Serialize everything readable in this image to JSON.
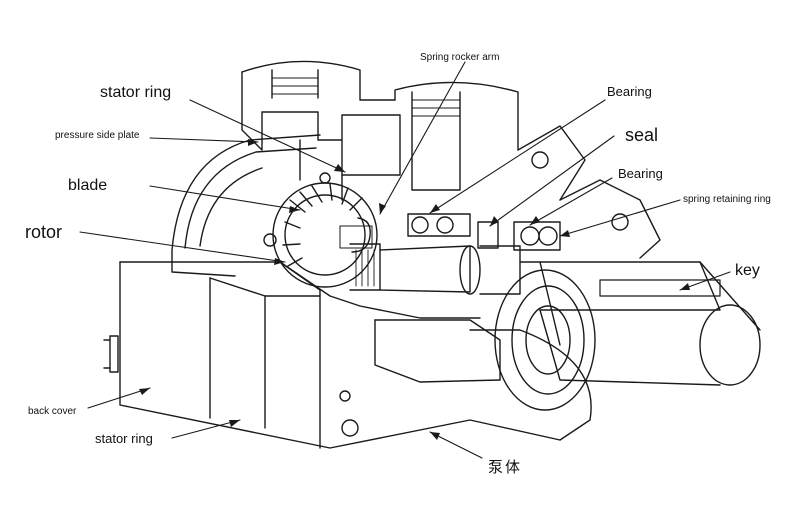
{
  "labels": {
    "stator_ring_top": "stator ring",
    "spring_rocker_arm": "Spring rocker arm",
    "bearing_top": "Bearing",
    "pressure_side_plate": "pressure side plate",
    "seal": "seal",
    "bearing_mid": "Bearing",
    "blade": "blade",
    "spring_retaining_ring": "spring retaining ring",
    "rotor": "rotor",
    "key": "key",
    "back_cover": "back cover",
    "stator_ring_bottom": "stator ring",
    "housing": "泵体"
  },
  "colors": {
    "line": "#1a1a1a",
    "background": "#ffffff"
  }
}
